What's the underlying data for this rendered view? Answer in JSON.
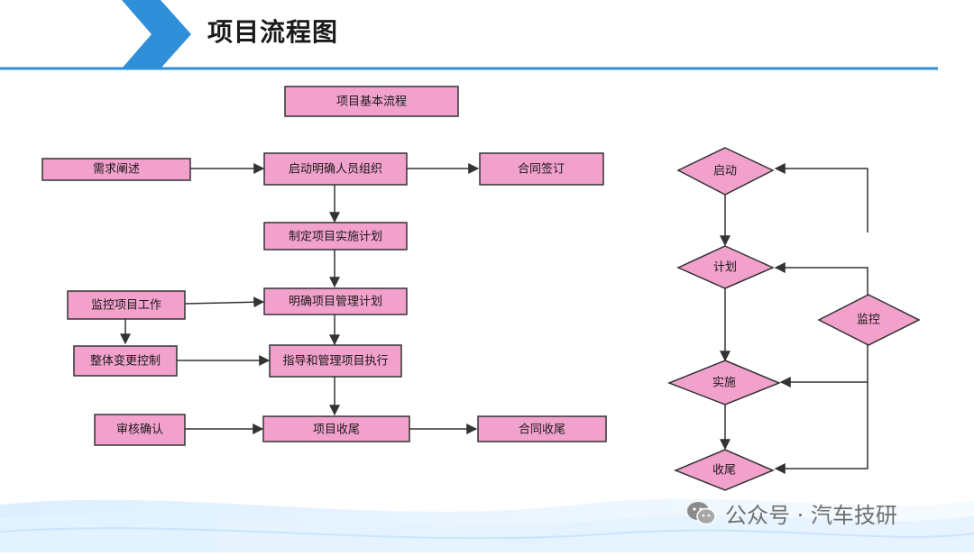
{
  "slide": {
    "title": "项目流程图",
    "watermark": "公众号 · 汽车技研",
    "colors": {
      "accent": "#2f8fd8",
      "node_fill": "#f2a0cc",
      "node_stroke": "#333333"
    }
  },
  "left_flow": {
    "header": "项目基本流程",
    "nodes": {
      "requirements": "需求阐述",
      "kickoff": "启动明确人员组织",
      "contract_sign": "合同签订",
      "plan": "制定项目实施计划",
      "monitor_work": "监控项目工作",
      "mgmt_plan": "明确项目管理计划",
      "change_control": "整体变更控制",
      "execute": "指导和管理项目执行",
      "review": "审核确认",
      "closeout": "项目收尾",
      "contract_close": "合同收尾"
    }
  },
  "right_cycle": {
    "nodes": {
      "start": "启动",
      "plan": "计划",
      "monitor": "监控",
      "execute": "实施",
      "close": "收尾"
    }
  }
}
